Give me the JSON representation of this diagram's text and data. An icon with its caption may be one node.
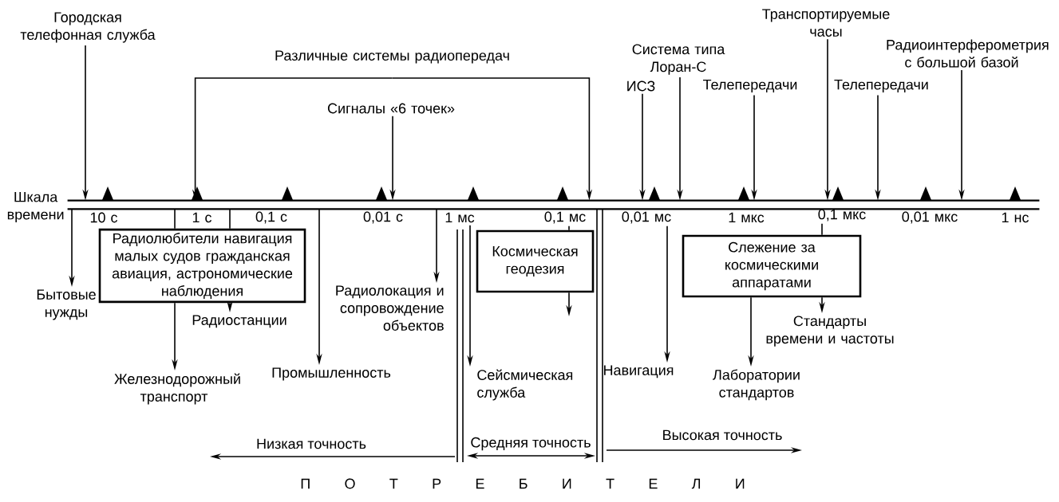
{
  "diagram": {
    "nodes": [
      {
        "text": [
          "Городская телефонная служба"
        ]
      },
      {
        "text": [
          "Различные системы радиопередач"
        ]
      },
      {
        "text": [
          "Сигналы «6 точек»"
        ]
      },
      {
        "text": [
          "Система типа Лоран-С"
        ]
      },
      {
        "text": [
          "ИСЗ"
        ]
      },
      {
        "text": [
          "Транспортируемые часы"
        ]
      },
      {
        "text": [
          "Радиоинтерферометрия с большой базой"
        ]
      },
      {
        "text": [
          "Телепередачи"
        ]
      },
      {
        "text": [
          "Телепередачи"
        ]
      },
      {
        "text": [],
        "shape": "bar",
        "beside": [
          "Шкала времени",
          "10 с",
          "1 с",
          "0,1 с",
          "0,01 с",
          "1 мкс",
          "0,01 мкс",
          "1 нс"
        ]
      },
      {
        "text": [
          "Радиолюбители навигация малых судов гражданская авиация, астрономические наблюдения"
        ]
      },
      {
        "text": [
          "Космическая геодезия"
        ]
      },
      {
        "text": [
          "Слежение за космическими аппаратами"
        ]
      },
      {
        "text": [
          "Бытовые нужды"
        ]
      },
      {
        "text": [
          "Радиостанции"
        ]
      },
      {
        "text": [
          "Радиолокация и сопровождение объектов"
        ]
      },
      {
        "text": [
          "Железнодорожный транспорт"
        ]
      },
      {
        "text": [
          "Промышленность"
        ]
      },
      {
        "text": [
          "Сейсмическая служба"
        ]
      },
      {
        "text": [
          "Навигация"
        ]
      },
      {
        "text": [
          "Стандарты времени и частоты"
        ]
      },
      {
        "text": [
          "Лаборатории стандартов"
        ]
      },
      {
        "text": [
          "1 мс"
        ]
      },
      {
        "text": [
          "0,1 мс"
        ]
      },
      {
        "text": [
          "0,01 мс"
        ]
      },
      {
        "text": [
          "0,1 мкс"
        ]
      }
    ],
    "edges": [
      {
        "from": 0,
        "to": 9,
        "arrow": "to"
      },
      {
        "from": 1,
        "to": 9,
        "arrow": "to"
      },
      {
        "from": 1,
        "to": 9,
        "arrow": "to"
      },
      {
        "from": 2,
        "to": 9,
        "arrow": "to"
      },
      {
        "from": 4,
        "to": 9,
        "arrow": "to"
      },
      {
        "from": 3,
        "to": 9,
        "arrow": "to"
      },
      {
        "from": 7,
        "to": 9,
        "arrow": "to"
      },
      {
        "from": 5,
        "to": 9,
        "arrow": "to"
      },
      {
        "from": 8,
        "to": 9,
        "arrow": "to"
      },
      {
        "from": 6,
        "to": 9,
        "arrow": "to"
      },
      {
        "from": 9,
        "to": 13,
        "arrow": "to"
      },
      {
        "from": 9,
        "to": 10,
        "arrow": "none"
      },
      {
        "from": 9,
        "to": 10,
        "arrow": "none"
      },
      {
        "from": 10,
        "to": 16,
        "arrow": "to"
      },
      {
        "from": 10,
        "to": 14,
        "arrow": "to"
      },
      {
        "from": 9,
        "to": 17,
        "arrow": "to"
      },
      {
        "from": 9,
        "to": 15,
        "arrow": "to"
      },
      {
        "from": 22,
        "to": 18,
        "arrow": "to"
      },
      {
        "from": 23,
        "to": 11,
        "arrow": "none"
      },
      {
        "from": 11,
        "to": null,
        "arrow": "to"
      },
      {
        "from": 24,
        "to": 19,
        "arrow": "to"
      },
      {
        "from": 25,
        "to": 12,
        "arrow": "none"
      },
      {
        "from": 12,
        "to": 21,
        "arrow": "to"
      },
      {
        "from": 12,
        "to": 20,
        "arrow": "to"
      }
    ],
    "labels": [
      "Низкая точность",
      "Средняя точность",
      "Высокая точность",
      "П О Т Р Е Б И Т Е Л И"
    ]
  }
}
